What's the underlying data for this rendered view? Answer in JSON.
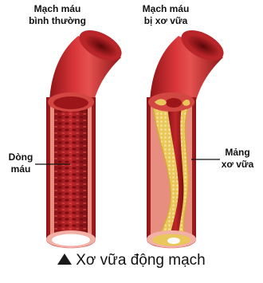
{
  "labels": {
    "normal_title_line1": "Mạch máu",
    "normal_title_line2": "bình thường",
    "diseased_title_line1": "Mạch máu",
    "diseased_title_line2": "bị xơ vữa",
    "blood_flow_line1": "Dòng",
    "blood_flow_line2": "máu",
    "plaque_line1": "Mảng",
    "plaque_line2": "xơ vữa"
  },
  "caption": {
    "marker_icon": "triangle-up-icon",
    "text": "Xơ vữa động mạch"
  },
  "colors": {
    "vessel_outer": "#c8282a",
    "vessel_dark": "#7e0f12",
    "vessel_inner": "#b01d20",
    "blood_cell": "#5c0a0c",
    "wall_pink": "#e89a8c",
    "plaque": "#e8c85a",
    "plaque_light": "#f3e08f"
  }
}
